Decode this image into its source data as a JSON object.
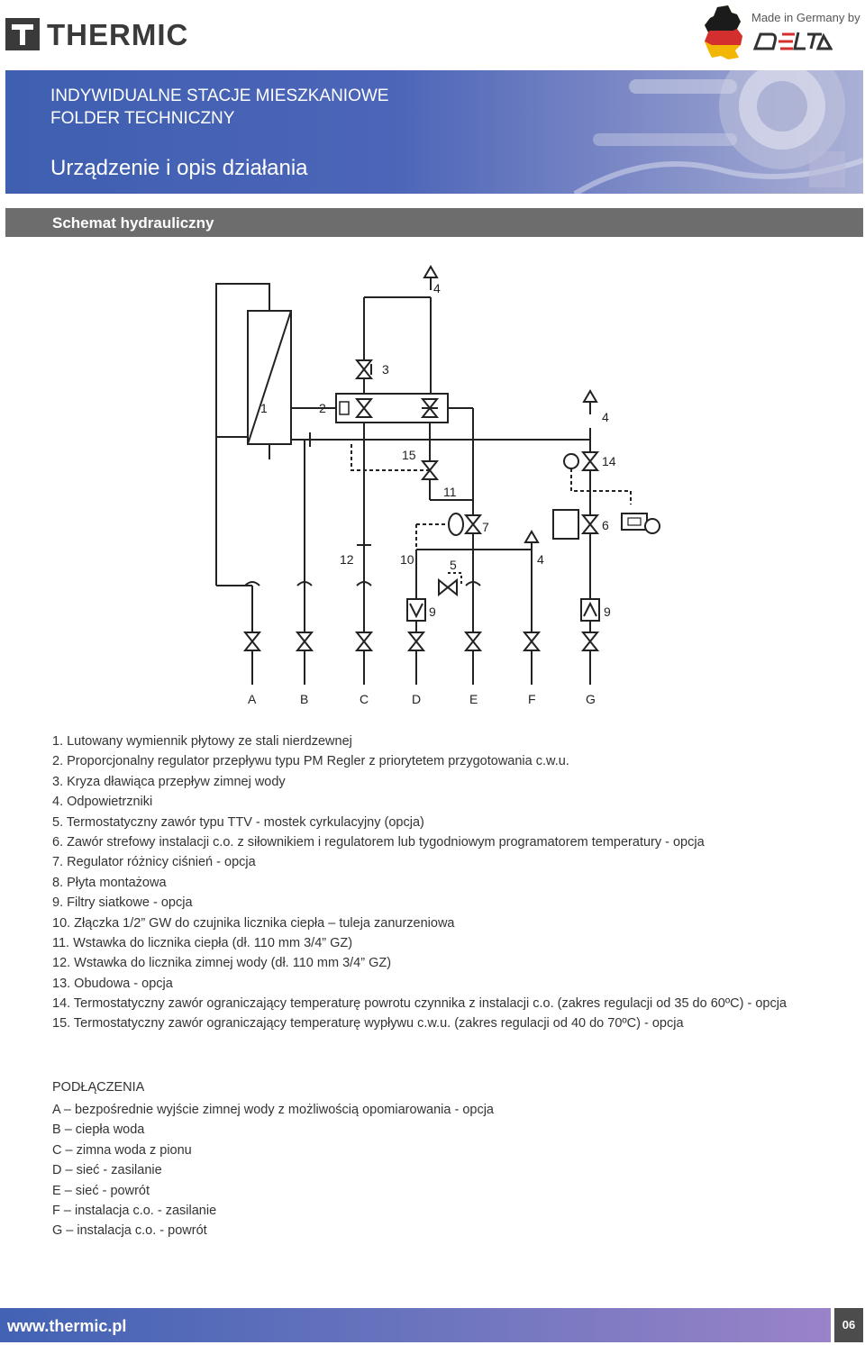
{
  "header": {
    "brand": "THERMIC",
    "made_in": "Made in Germany by",
    "partner_logo": "delta"
  },
  "hero": {
    "line1": "INDYWIDUALNE STACJE MIESZKANIOWE",
    "line2": "FOLDER TECHNICZNY",
    "title": "Urządzenie i opis działania"
  },
  "section": {
    "title": "Schemat hydrauliczny"
  },
  "diagram": {
    "labels": {
      "n1": "1",
      "n2": "2",
      "n3": "3",
      "n4a": "4",
      "n4b": "4",
      "n4c": "4",
      "n5": "5",
      "n6": "6",
      "n7": "7",
      "n9a": "9",
      "n9b": "9",
      "n10": "10",
      "n11": "11",
      "n12": "12",
      "n14": "14",
      "n15": "15"
    },
    "connections": [
      "A",
      "B",
      "C",
      "D",
      "E",
      "F",
      "G"
    ]
  },
  "legend": [
    "1. Lutowany wymiennik płytowy ze stali nierdzewnej",
    "2. Proporcjonalny regulator przepływu typu PM Regler z priorytetem przygotowania c.w.u.",
    "3. Kryza dławiąca przepływ zimnej wody",
    "4. Odpowietrzniki",
    "5. Termostatyczny zawór typu TTV - mostek cyrkulacyjny (opcja)",
    "6. Zawór strefowy instalacji c.o. z siłownikiem i regulatorem lub tygodniowym programatorem temperatury - opcja",
    "7. Regulator różnicy ciśnień - opcja",
    "8. Płyta montażowa",
    "9. Filtry siatkowe - opcja",
    "10. Złączka 1/2” GW do czujnika licznika ciepła – tuleja zanurzeniowa",
    "11. Wstawka do licznika ciepła (dł. 110 mm 3/4” GZ)",
    "12. Wstawka do licznika zimnej wody (dł. 110 mm 3/4” GZ)",
    "13. Obudowa - opcja",
    "14. Termostatyczny zawór ograniczający temperaturę powrotu czynnika z instalacji c.o. (zakres regulacji od 35 do 60ºC) - opcja",
    "15. Termostatyczny zawór ograniczający temperaturę wypływu c.w.u. (zakres regulacji od 40 do 70ºC) - opcja"
  ],
  "connections": {
    "title": "PODŁĄCZENIA",
    "items": [
      "A – bezpośrednie wyjście zimnej wody z możliwością opomiarowania - opcja",
      "B – ciepła woda",
      "C – zimna woda z pionu",
      "D – sieć - zasilanie",
      "E – sieć - powrót",
      "F – instalacja c.o. - zasilanie",
      "G – instalacja c.o. - powrót"
    ]
  },
  "footer": {
    "url": "www.thermic.pl",
    "page": "06"
  }
}
